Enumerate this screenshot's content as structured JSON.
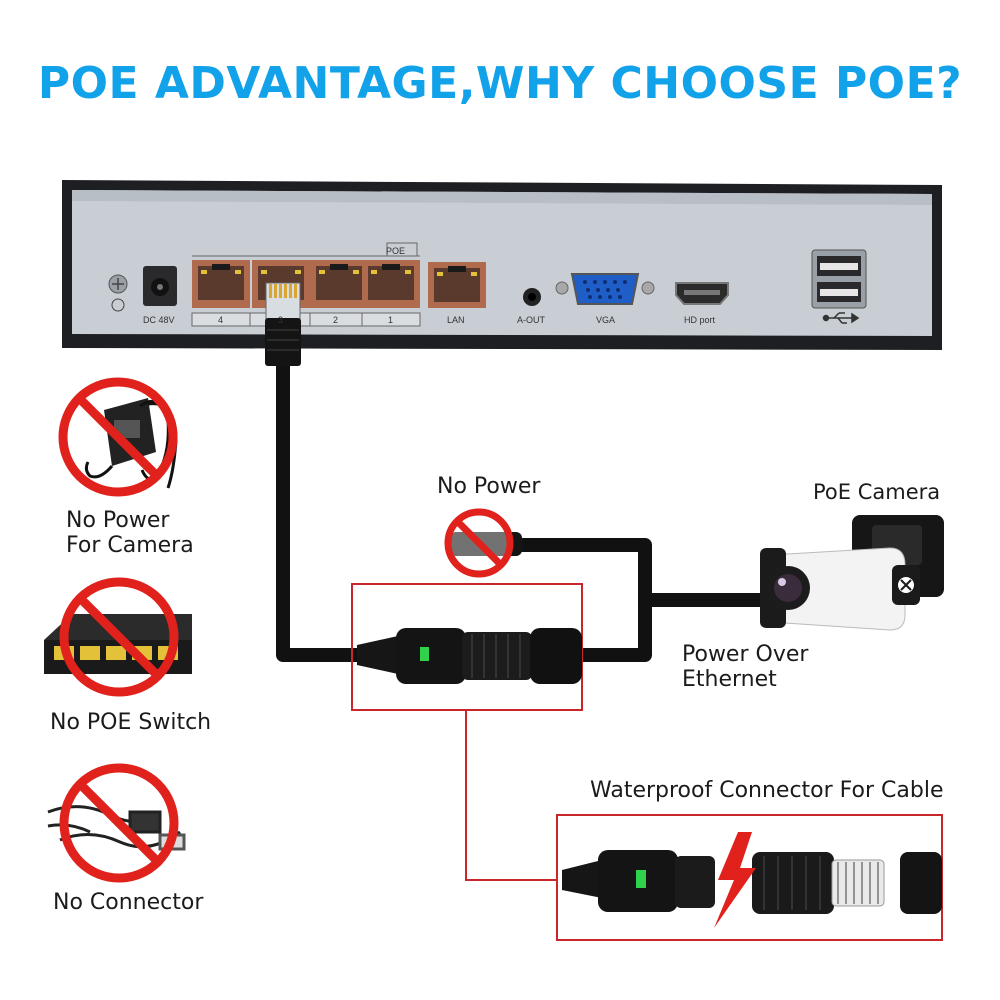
{
  "title": "POE ADVANTAGE,WHY CHOOSE POE?",
  "nvr": {
    "dc_label": "DC 48V",
    "poe_group_label": "POE",
    "port_numbers": [
      "4",
      "3",
      "2",
      "1"
    ],
    "lan_label": "LAN",
    "aout_label": "A-OUT",
    "vga_label": "VGA",
    "hd_label": "HD port"
  },
  "left_items": [
    {
      "line1": "No Power",
      "line2": "For Camera"
    },
    {
      "line1": "No POE Switch"
    },
    {
      "line1": "No Connector"
    }
  ],
  "no_power_label": "No Power",
  "camera_label": "PoE Camera",
  "poe_line1": "Power Over",
  "poe_line2": "Ethernet",
  "connector_label": "Waterproof Connector For Cable",
  "colors": {
    "title": "#12a2ea",
    "prohibition": "#e0211c",
    "highlight_box": "#c8262b",
    "cable": "#111111",
    "led": "#2fd24a"
  }
}
